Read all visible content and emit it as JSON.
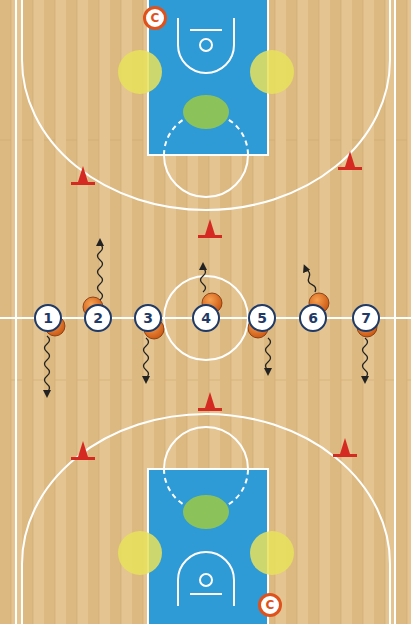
{
  "diagram": {
    "nodes": [
      {
        "text": [
          "C"
        ]
      },
      {
        "text": [
          "1"
        ]
      },
      {
        "text": [
          "2"
        ]
      },
      {
        "text": [
          "3"
        ]
      },
      {
        "text": [
          "4"
        ]
      },
      {
        "text": [
          "5"
        ]
      },
      {
        "text": [
          "6"
        ]
      },
      {
        "text": [
          "7"
        ]
      },
      {
        "text": [
          "C"
        ]
      }
    ]
  }
}
